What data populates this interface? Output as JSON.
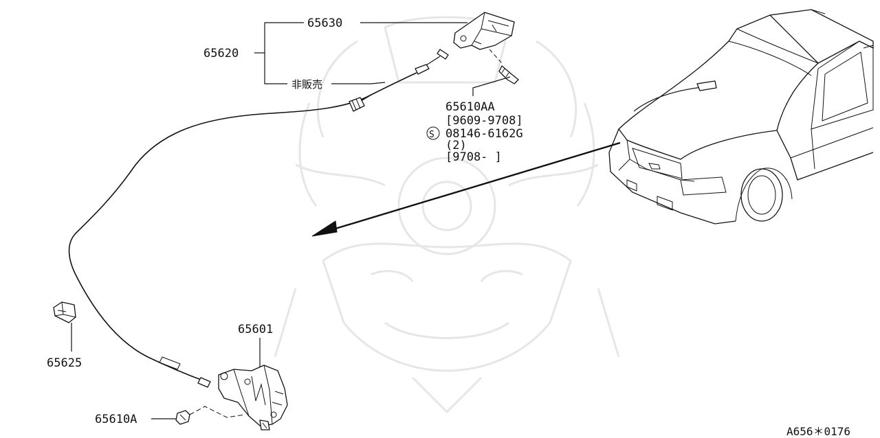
{
  "diagram": {
    "callouts": {
      "assembly": "65620",
      "lever_bracket": "65630",
      "not_sold": "非販売",
      "bolt_upper": "65610AA",
      "bolt_upper_date": "[9609-9708]",
      "screw_symbol": "S",
      "screw_part": "08146-6162G",
      "screw_qty": "(2)",
      "screw_date": "[9708-     ]",
      "hood_lock": "65601",
      "clip": "65625",
      "bolt_lower": "65610A"
    },
    "figure_code": "A656＊0176"
  }
}
